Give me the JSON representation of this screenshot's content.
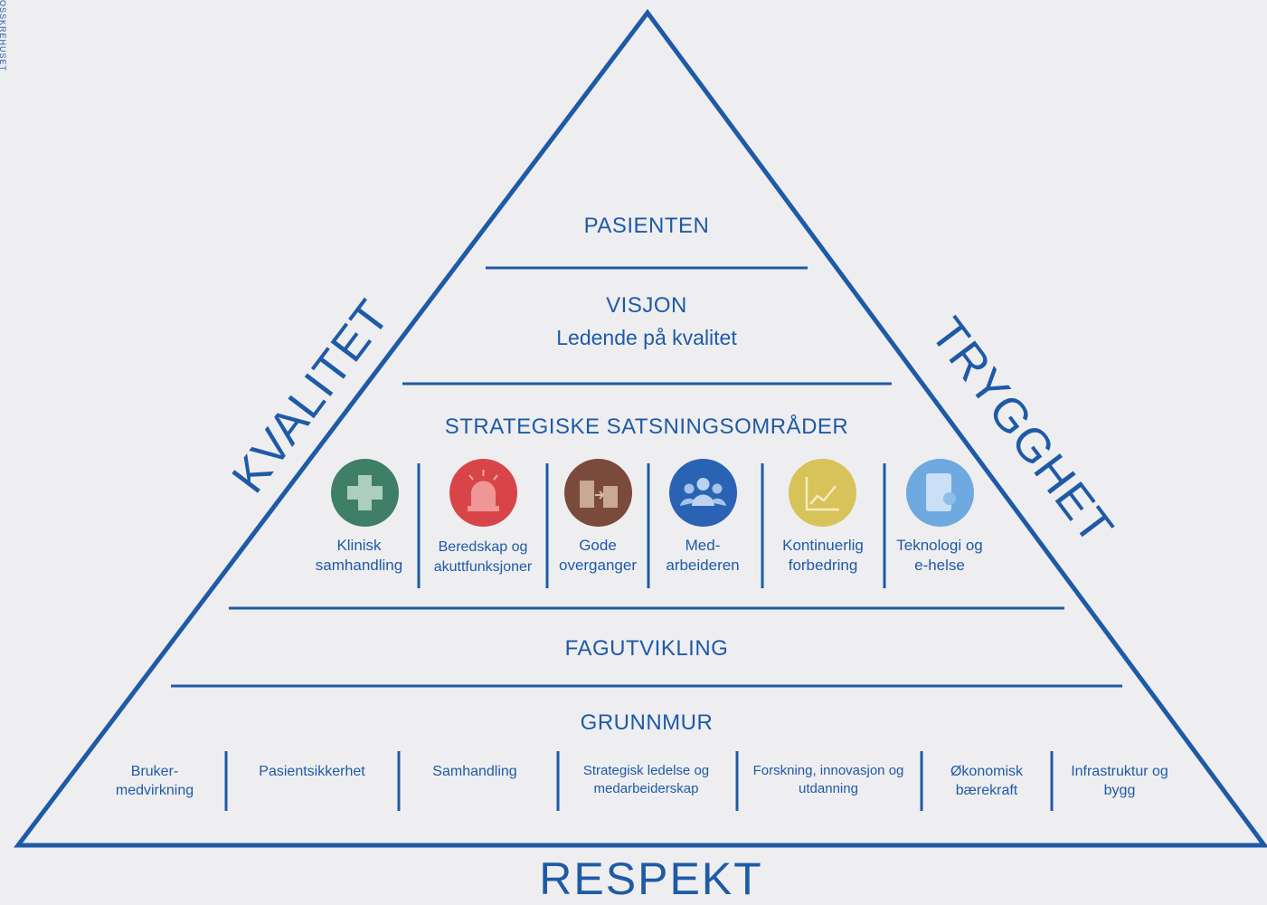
{
  "side_left": "KVALITET",
  "side_right": "TRYGGHET",
  "bottom": "RESPEKT",
  "corner_text": "OSSKREHUSET",
  "top": {
    "title": "PASIENTEN"
  },
  "vision": {
    "title": "VISJON",
    "text": "Ledende på kvalitet"
  },
  "strategic": {
    "title": "STRATEGISKE SATSNINGSOMRÅDER",
    "items": [
      {
        "label": "Klinisk samhandling",
        "icon": "cross-icon",
        "color": "#3f7e67"
      },
      {
        "label": "Beredskap og akuttfunksjoner",
        "icon": "siren-icon",
        "color": "#d84548"
      },
      {
        "label": "Gode overganger",
        "icon": "buildings-icon",
        "color": "#7a4a3c"
      },
      {
        "label": "Med-arbeideren",
        "icon": "people-icon",
        "color": "#2a63b3"
      },
      {
        "label": "Kontinuerlig forbedring",
        "icon": "chart-icon",
        "color": "#d8c25a"
      },
      {
        "label": "Teknologi og e-helse",
        "icon": "tablet-icon",
        "color": "#6ea9e0"
      }
    ]
  },
  "fag": {
    "title": "FAGUTVIKLING"
  },
  "grunnmur": {
    "title": "GRUNNMUR",
    "items": [
      "Bruker-medvirkning",
      "Pasientsikkerhet",
      "Samhandling",
      "Strategisk ledelse og medarbeiderskap",
      "Forskning, innovasjon og utdanning",
      "Økonomisk bærekraft",
      "Infrastruktur og bygg"
    ]
  }
}
